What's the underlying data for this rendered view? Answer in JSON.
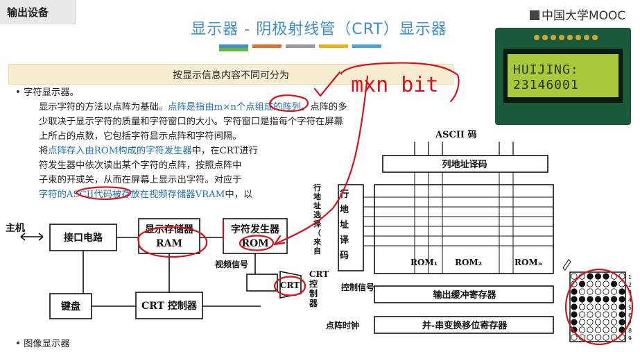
{
  "header": {
    "section_tag": "输出设备",
    "title": "显示器 - 阴极射线管（CRT）显示器",
    "logo": "中国大学MOOC",
    "color_bar": [
      "#3f8fc9",
      "#d9732e",
      "#9b9b9b",
      "#e9b21d",
      "#4aa3d8",
      "#6cb53c"
    ]
  },
  "subtitle": "按显示信息内容不同可分为",
  "bullets": {
    "char_display": "字符显示器。",
    "image_display": "图像显示器"
  },
  "paragraph": {
    "line1_a": "显示字符的方法以点阵为基础。",
    "line1_b": "点阵是指由m×n个点组成的阵列",
    "line1_c": "。点阵的多",
    "line2": "少取决于显示字符的质量和字符窗口的大小。字符窗口是指每个字符在屏幕",
    "line3": "上所占的点数，它包括字符显示点阵和字符间隔。",
    "line4_a": "将",
    "line4_b": "点阵存入由ROM构成的字符发生器",
    "line4_c": "中，在CRT进行",
    "line5": "符发生器中依次读出某个字符的点阵，按照点阵中",
    "line6": "子束的开或关，从而在屏幕上显示出字符。对应于",
    "line7_a": "字符的ASCII代码被存放在视频存储器VRAM",
    "line7_b": "中，以"
  },
  "lcd": {
    "line1": "HUIJING:",
    "line2": "23146001"
  },
  "annotation": "mxn bit",
  "block_diagram": {
    "host": "主机",
    "interface": "接口电路",
    "vram_line1": "显示存储器",
    "vram_line2": "RAM",
    "chargen_line1": "字符发生器",
    "chargen_line2": "ROM",
    "keyboard": "键盘",
    "crt_ctrl": "CRT 控制器",
    "video_signal": "视频信号",
    "crt": "CRT"
  },
  "rom_diagram": {
    "ascii": "ASCII 码",
    "col_decoder": "列地址译码",
    "row_select": "行地址选择（来自CRT控制器）",
    "row_decoder": "行地址译码",
    "rom1": "ROM₁",
    "rom2": "ROM₂",
    "romn": "ROMₙ",
    "ctrl_signal": "控制信号",
    "out_buffer": "输出缓冲寄存器",
    "dot_clock": "点阵时钟",
    "shift_reg": "并-串变换移位寄存器"
  },
  "dot_matrix": {
    "rows": [
      [
        0,
        0,
        1,
        1,
        1,
        0,
        0
      ],
      [
        0,
        1,
        0,
        0,
        0,
        1,
        0
      ],
      [
        1,
        0,
        0,
        0,
        0,
        0,
        1
      ],
      [
        1,
        1,
        1,
        1,
        1,
        1,
        1
      ],
      [
        1,
        0,
        0,
        0,
        0,
        0,
        1
      ],
      [
        1,
        0,
        0,
        0,
        0,
        0,
        1
      ],
      [
        1,
        0,
        0,
        0,
        0,
        0,
        1
      ],
      [
        1,
        0,
        0,
        0,
        0,
        0,
        1
      ],
      [
        0,
        0,
        0,
        0,
        0,
        0,
        0
      ]
    ],
    "row_numbers": [
      "1",
      "2",
      "3",
      "4",
      "5",
      "6",
      "7",
      "8",
      "9"
    ]
  }
}
